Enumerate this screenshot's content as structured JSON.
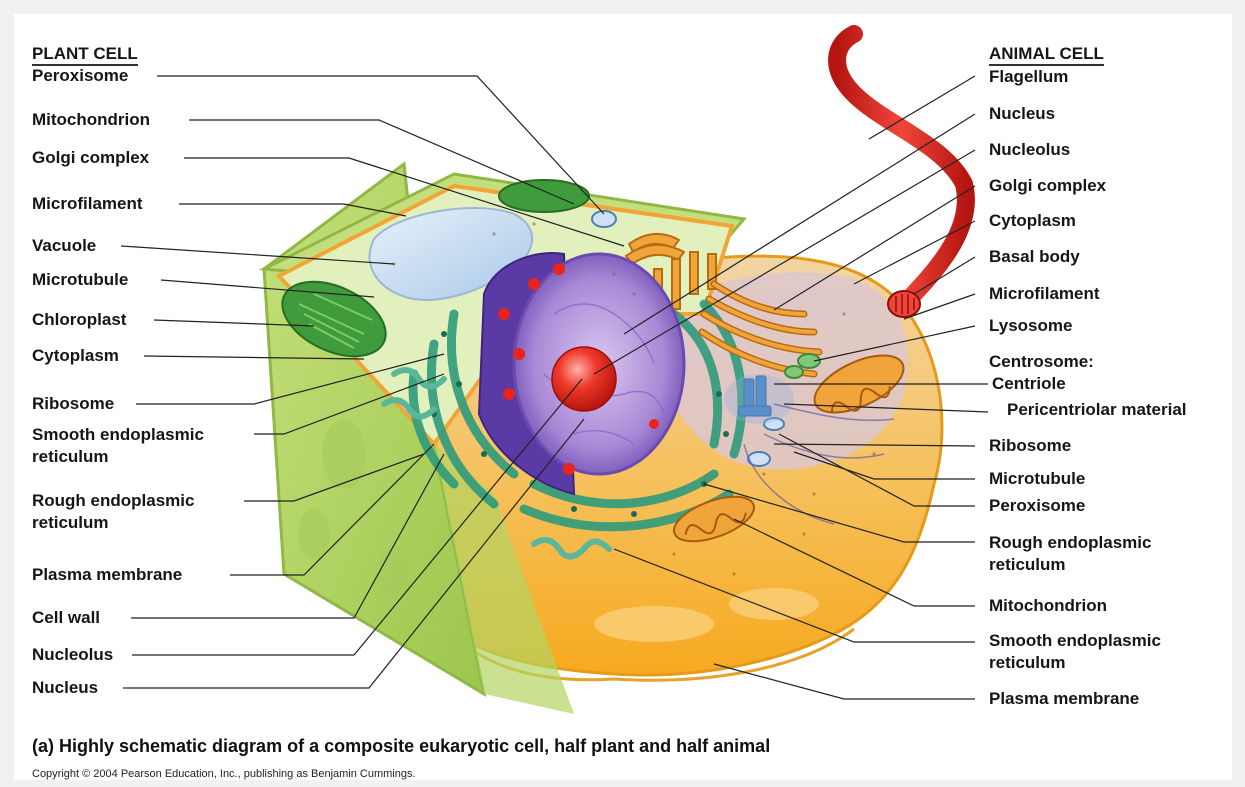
{
  "plant": {
    "heading": "PLANT CELL",
    "labels": [
      "Peroxisome",
      "Mitochondrion",
      "Golgi complex",
      "Microfilament",
      "Vacuole",
      "Microtubule",
      "Chloroplast",
      "Cytoplasm",
      "Ribosome",
      "Smooth endoplasmic reticulum",
      "Rough endoplasmic reticulum",
      "Plasma membrane",
      "Cell wall",
      "Nucleolus",
      "Nucleus"
    ]
  },
  "animal": {
    "heading": "ANIMAL CELL",
    "labels": [
      "Flagellum",
      "Nucleus",
      "Nucleolus",
      "Golgi complex",
      "Cytoplasm",
      "Basal body",
      "Microfilament",
      "Lysosome",
      "Centrosome:",
      "Centriole",
      "Pericentriolar material",
      "Ribosome",
      "Microtubule",
      "Peroxisome",
      "Rough endoplasmic reticulum",
      "Mitochondrion",
      "Smooth endoplasmic reticulum",
      "Plasma membrane"
    ]
  },
  "caption": "(a) Highly schematic diagram of a composite eukaryotic cell, half plant and half animal",
  "copyright": "Copyright © 2004 Pearson Education, Inc., publishing as Benjamin Cummings.",
  "colors": {
    "cell_wall": "#b9d86a",
    "cytoplasm_plant": "#d8ecae",
    "cytoplasm_animal": "#f8c65c",
    "nucleus": "#9d7ccf",
    "nucleolus": "#e8241c",
    "er": "#2f9b7c",
    "golgi": "#e79d2d",
    "chloroplast": "#3f9b3c",
    "flagellum": "#e0241d"
  }
}
